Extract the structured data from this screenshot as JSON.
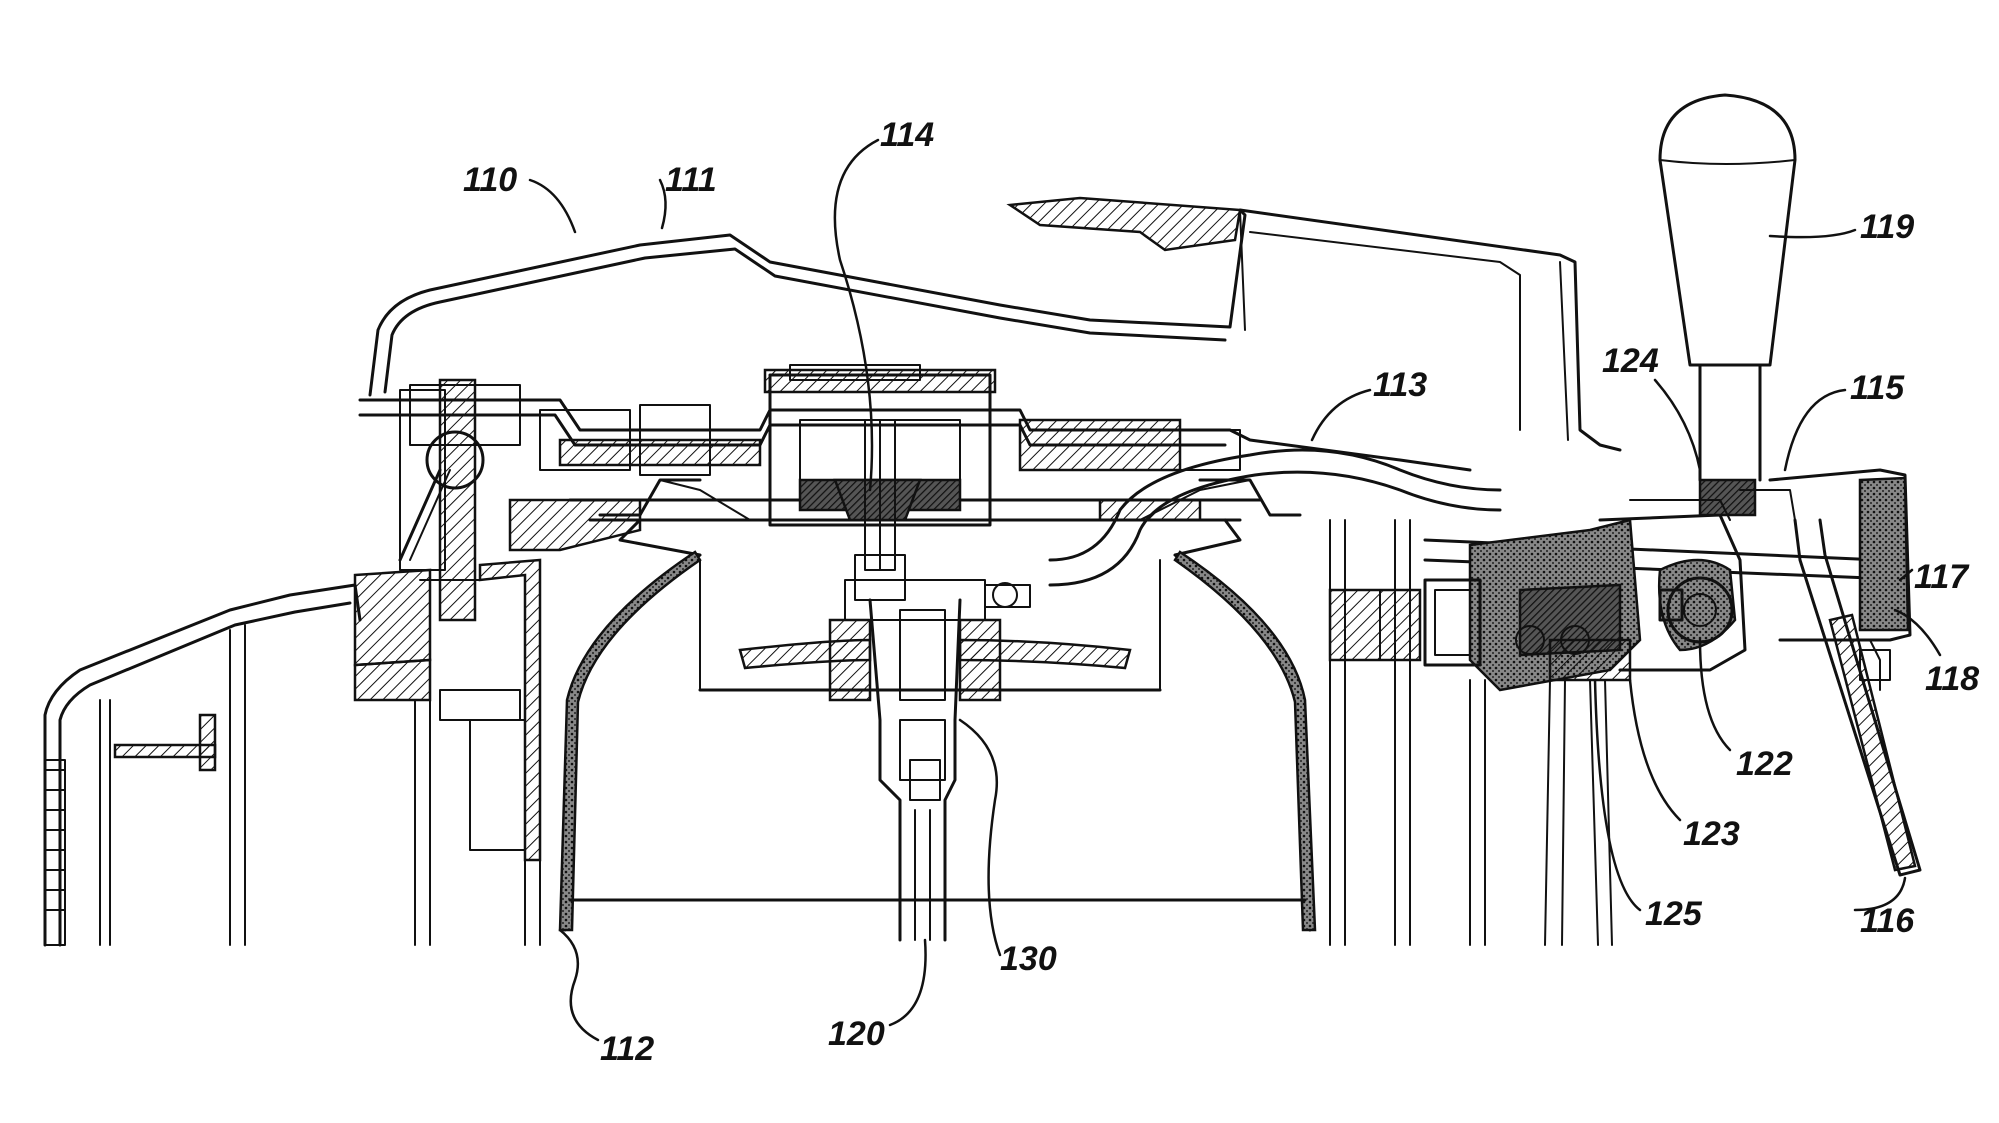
{
  "labels": {
    "r110": "110",
    "r111": "111",
    "r112": "112",
    "r113": "113",
    "r114": "114",
    "r115": "115",
    "r116": "116",
    "r117": "117",
    "r118": "118",
    "r119": "119",
    "r120": "120",
    "r122": "122",
    "r123": "123",
    "r124": "124",
    "r125": "125",
    "r130": "130"
  }
}
